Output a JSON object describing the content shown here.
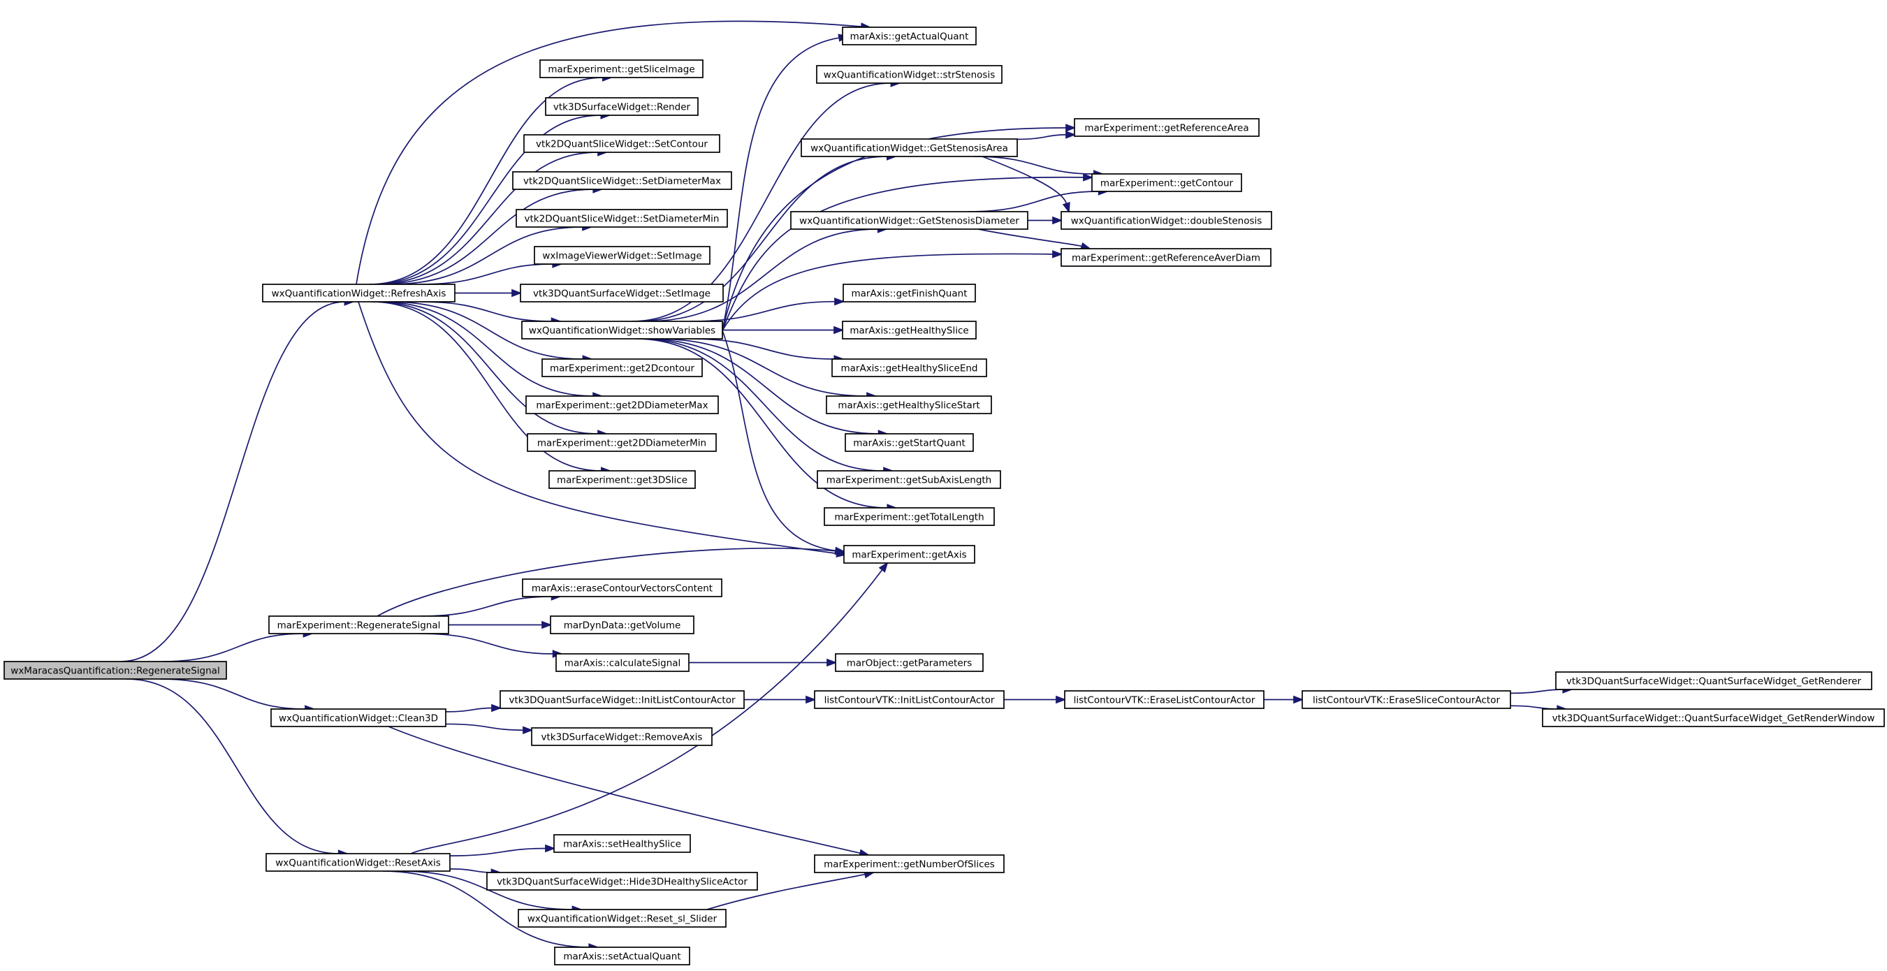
{
  "diagram": {
    "edge_color": "#191970",
    "root_fill": "#bfbfbf",
    "nodes": [
      {
        "id": "root",
        "label": "wxMaracasQuantification::RegenerateSignal",
        "root": true
      },
      {
        "id": "refresh",
        "label": "wxQuantificationWidget::RefreshAxis"
      },
      {
        "id": "regen",
        "label": "marExperiment::RegenerateSignal"
      },
      {
        "id": "clean3d",
        "label": "wxQuantificationWidget::Clean3D"
      },
      {
        "id": "resetaxis",
        "label": "wxQuantificationWidget::ResetAxis"
      },
      {
        "id": "getActualQuant",
        "label": "marAxis::getActualQuant"
      },
      {
        "id": "getSliceImage",
        "label": "marExperiment::getSliceImage"
      },
      {
        "id": "render",
        "label": "vtk3DSurfaceWidget::Render"
      },
      {
        "id": "setContour",
        "label": "vtk2DQuantSliceWidget::SetContour"
      },
      {
        "id": "setDiamMax",
        "label": "vtk2DQuantSliceWidget::SetDiameterMax"
      },
      {
        "id": "setDiamMin",
        "label": "vtk2DQuantSliceWidget::SetDiameterMin"
      },
      {
        "id": "wxSetImage",
        "label": "wxImageViewerWidget::SetImage"
      },
      {
        "id": "vtkSetImage",
        "label": "vtk3DQuantSurfaceWidget::SetImage"
      },
      {
        "id": "showVars",
        "label": "wxQuantificationWidget::showVariables"
      },
      {
        "id": "get2Dcontour",
        "label": "marExperiment::get2Dcontour"
      },
      {
        "id": "get2DDiamMax",
        "label": "marExperiment::get2DDiameterMax"
      },
      {
        "id": "get2DDiamMin",
        "label": "marExperiment::get2DDiameterMin"
      },
      {
        "id": "get3DSlice",
        "label": "marExperiment::get3DSlice"
      },
      {
        "id": "strStenosis",
        "label": "wxQuantificationWidget::strStenosis"
      },
      {
        "id": "getStenArea",
        "label": "wxQuantificationWidget::GetStenosisArea"
      },
      {
        "id": "getStenDiam",
        "label": "wxQuantificationWidget::GetStenosisDiameter"
      },
      {
        "id": "getRefArea",
        "label": "marExperiment::getReferenceArea"
      },
      {
        "id": "getContour",
        "label": "marExperiment::getContour"
      },
      {
        "id": "doubleSten",
        "label": "wxQuantificationWidget::doubleStenosis"
      },
      {
        "id": "getRefAverDiam",
        "label": "marExperiment::getReferenceAverDiam"
      },
      {
        "id": "getFinishQuant",
        "label": "marAxis::getFinishQuant"
      },
      {
        "id": "getHealthySlice",
        "label": "marAxis::getHealthySlice"
      },
      {
        "id": "getHealthySliceEnd",
        "label": "marAxis::getHealthySliceEnd"
      },
      {
        "id": "getHealthySliceStart",
        "label": "marAxis::getHealthySliceStart"
      },
      {
        "id": "getStartQuant",
        "label": "marAxis::getStartQuant"
      },
      {
        "id": "getSubAxisLength",
        "label": "marExperiment::getSubAxisLength"
      },
      {
        "id": "getTotalLength",
        "label": "marExperiment::getTotalLength"
      },
      {
        "id": "getAxis",
        "label": "marExperiment::getAxis"
      },
      {
        "id": "eraseContour",
        "label": "marAxis::eraseContourVectorsContent"
      },
      {
        "id": "getVolume",
        "label": "marDynData::getVolume"
      },
      {
        "id": "calcSignal",
        "label": "marAxis::calculateSignal"
      },
      {
        "id": "getParams",
        "label": "marObject::getParameters"
      },
      {
        "id": "initListVtk",
        "label": "vtk3DQuantSurfaceWidget::InitListContourActor"
      },
      {
        "id": "initListCont",
        "label": "listContourVTK::InitListContourActor"
      },
      {
        "id": "eraseList",
        "label": "listContourVTK::EraseListContourActor"
      },
      {
        "id": "eraseSlice",
        "label": "listContourVTK::EraseSliceContourActor"
      },
      {
        "id": "getRenderer",
        "label": "vtk3DQuantSurfaceWidget::QuantSurfaceWidget_GetRenderer"
      },
      {
        "id": "getRenderWindow",
        "label": "vtk3DQuantSurfaceWidget::QuantSurfaceWidget_GetRenderWindow"
      },
      {
        "id": "removeAxis",
        "label": "vtk3DSurfaceWidget::RemoveAxis"
      },
      {
        "id": "setHealthySlice",
        "label": "marAxis::setHealthySlice"
      },
      {
        "id": "hide3D",
        "label": "vtk3DQuantSurfaceWidget::Hide3DHealthySliceActor"
      },
      {
        "id": "resetSlider",
        "label": "wxQuantificationWidget::Reset_sl_Slider"
      },
      {
        "id": "setActualQuant",
        "label": "marAxis::setActualQuant"
      },
      {
        "id": "getNumSlices",
        "label": "marExperiment::getNumberOfSlices"
      }
    ],
    "edges": [
      [
        "root",
        "refresh"
      ],
      [
        "root",
        "regen"
      ],
      [
        "root",
        "clean3d"
      ],
      [
        "root",
        "resetaxis"
      ],
      [
        "refresh",
        "getActualQuant"
      ],
      [
        "refresh",
        "getSliceImage"
      ],
      [
        "refresh",
        "render"
      ],
      [
        "refresh",
        "setContour"
      ],
      [
        "refresh",
        "setDiamMax"
      ],
      [
        "refresh",
        "setDiamMin"
      ],
      [
        "refresh",
        "wxSetImage"
      ],
      [
        "refresh",
        "vtkSetImage"
      ],
      [
        "refresh",
        "showVars"
      ],
      [
        "refresh",
        "get2Dcontour"
      ],
      [
        "refresh",
        "get2DDiamMax"
      ],
      [
        "refresh",
        "get2DDiamMin"
      ],
      [
        "refresh",
        "get3DSlice"
      ],
      [
        "refresh",
        "getAxis"
      ],
      [
        "showVars",
        "getActualQuant"
      ],
      [
        "showVars",
        "strStenosis"
      ],
      [
        "showVars",
        "getStenArea"
      ],
      [
        "showVars",
        "getStenDiam"
      ],
      [
        "showVars",
        "getRefArea"
      ],
      [
        "showVars",
        "getContour"
      ],
      [
        "showVars",
        "getRefAverDiam"
      ],
      [
        "showVars",
        "getFinishQuant"
      ],
      [
        "showVars",
        "getHealthySlice"
      ],
      [
        "showVars",
        "getHealthySliceEnd"
      ],
      [
        "showVars",
        "getHealthySliceStart"
      ],
      [
        "showVars",
        "getStartQuant"
      ],
      [
        "showVars",
        "getSubAxisLength"
      ],
      [
        "showVars",
        "getTotalLength"
      ],
      [
        "showVars",
        "getAxis"
      ],
      [
        "getStenArea",
        "getRefArea"
      ],
      [
        "getStenArea",
        "getContour"
      ],
      [
        "getStenArea",
        "doubleSten"
      ],
      [
        "getStenDiam",
        "getContour"
      ],
      [
        "getStenDiam",
        "doubleSten"
      ],
      [
        "getStenDiam",
        "getRefAverDiam"
      ],
      [
        "regen",
        "getAxis"
      ],
      [
        "regen",
        "eraseContour"
      ],
      [
        "regen",
        "getVolume"
      ],
      [
        "regen",
        "calcSignal"
      ],
      [
        "calcSignal",
        "getParams"
      ],
      [
        "clean3d",
        "initListVtk"
      ],
      [
        "clean3d",
        "removeAxis"
      ],
      [
        "clean3d",
        "getNumSlices"
      ],
      [
        "initListVtk",
        "initListCont"
      ],
      [
        "initListCont",
        "eraseList"
      ],
      [
        "eraseList",
        "eraseSlice"
      ],
      [
        "eraseSlice",
        "getRenderer"
      ],
      [
        "eraseSlice",
        "getRenderWindow"
      ],
      [
        "resetaxis",
        "getAxis"
      ],
      [
        "resetaxis",
        "setHealthySlice"
      ],
      [
        "resetaxis",
        "hide3D"
      ],
      [
        "resetaxis",
        "resetSlider"
      ],
      [
        "resetaxis",
        "setActualQuant"
      ],
      [
        "resetSlider",
        "getNumSlices"
      ]
    ]
  }
}
